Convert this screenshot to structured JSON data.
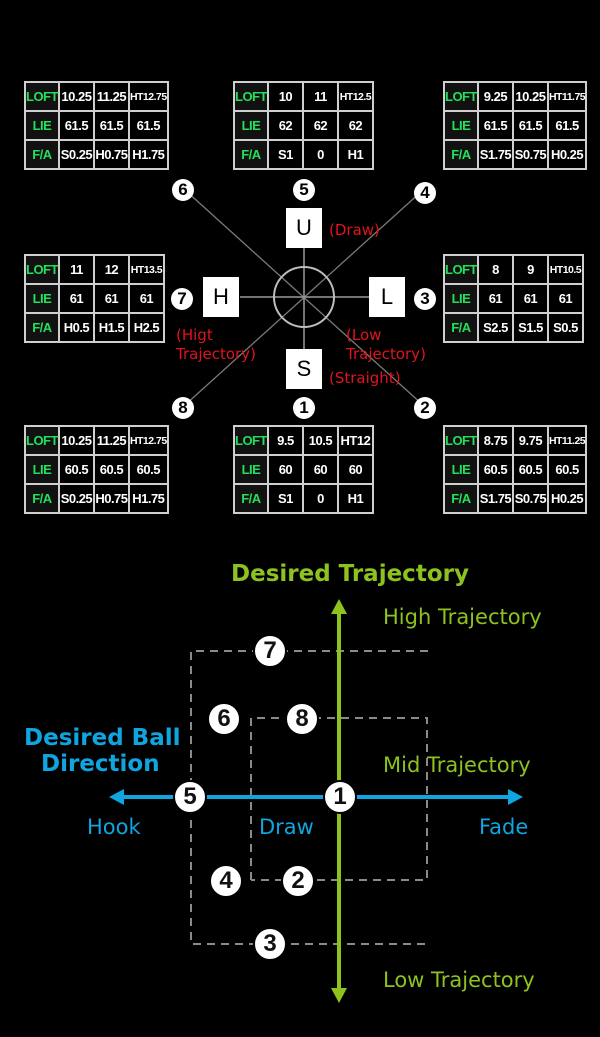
{
  "labels": {
    "loft": "LOFT",
    "lie": "LIE",
    "fa": "F/A"
  },
  "tables": {
    "pos6": {
      "loft": [
        "10.25",
        "11.25",
        "HT12.75"
      ],
      "lie": [
        "61.5",
        "61.5",
        "61.5"
      ],
      "fa": [
        "S0.25",
        "H0.75",
        "H1.75"
      ]
    },
    "pos5": {
      "loft": [
        "10",
        "11",
        "HT12.5"
      ],
      "lie": [
        "62",
        "62",
        "62"
      ],
      "fa": [
        "S1",
        "0",
        "H1"
      ]
    },
    "pos4": {
      "loft": [
        "9.25",
        "10.25",
        "HT11.75"
      ],
      "lie": [
        "61.5",
        "61.5",
        "61.5"
      ],
      "fa": [
        "S1.75",
        "S0.75",
        "H0.25"
      ]
    },
    "pos7": {
      "loft": [
        "11",
        "12",
        "HT13.5"
      ],
      "lie": [
        "61",
        "61",
        "61"
      ],
      "fa": [
        "H0.5",
        "H1.5",
        "H2.5"
      ]
    },
    "pos3": {
      "loft": [
        "8",
        "9",
        "HT10.5"
      ],
      "lie": [
        "61",
        "61",
        "61"
      ],
      "fa": [
        "S2.5",
        "S1.5",
        "S0.5"
      ]
    },
    "pos8": {
      "loft": [
        "10.25",
        "11.25",
        "HT12.75"
      ],
      "lie": [
        "60.5",
        "60.5",
        "60.5"
      ],
      "fa": [
        "S0.25",
        "H0.75",
        "H1.75"
      ]
    },
    "pos1": {
      "loft": [
        "9.5",
        "10.5",
        "HT12"
      ],
      "lie": [
        "60",
        "60",
        "60"
      ],
      "fa": [
        "S1",
        "0",
        "H1"
      ]
    },
    "pos2": {
      "loft": [
        "8.75",
        "9.75",
        "HT11.25"
      ],
      "lie": [
        "60.5",
        "60.5",
        "60.5"
      ],
      "fa": [
        "S1.75",
        "S0.75",
        "H0.25"
      ]
    }
  },
  "dial": {
    "numbers": {
      "n1": "1",
      "n2": "2",
      "n3": "3",
      "n4": "4",
      "n5": "5",
      "n6": "6",
      "n7": "7",
      "n8": "8"
    },
    "weights": {
      "U": "U",
      "H": "H",
      "L": "L",
      "S": "S"
    },
    "notes": {
      "draw": "(Draw)",
      "high1": "(Higt",
      "high2": "Trajectory)",
      "low1": "(Low",
      "low2": "Trajectory)",
      "straight": "(Straight)"
    }
  },
  "chart": {
    "title_trajectory": "Desired Trajectory",
    "title_direction_1": "Desired Ball",
    "title_direction_2": "Direction",
    "high": "High Trajectory",
    "mid": "Mid Trajectory",
    "low": "Low Trajectory",
    "hook": "Hook",
    "draw": "Draw",
    "fade": "Fade",
    "colors": {
      "trajectory": "#8dc21f",
      "direction": "#0ea5e0",
      "note": "#e0141e",
      "label": "#22e05a"
    }
  }
}
